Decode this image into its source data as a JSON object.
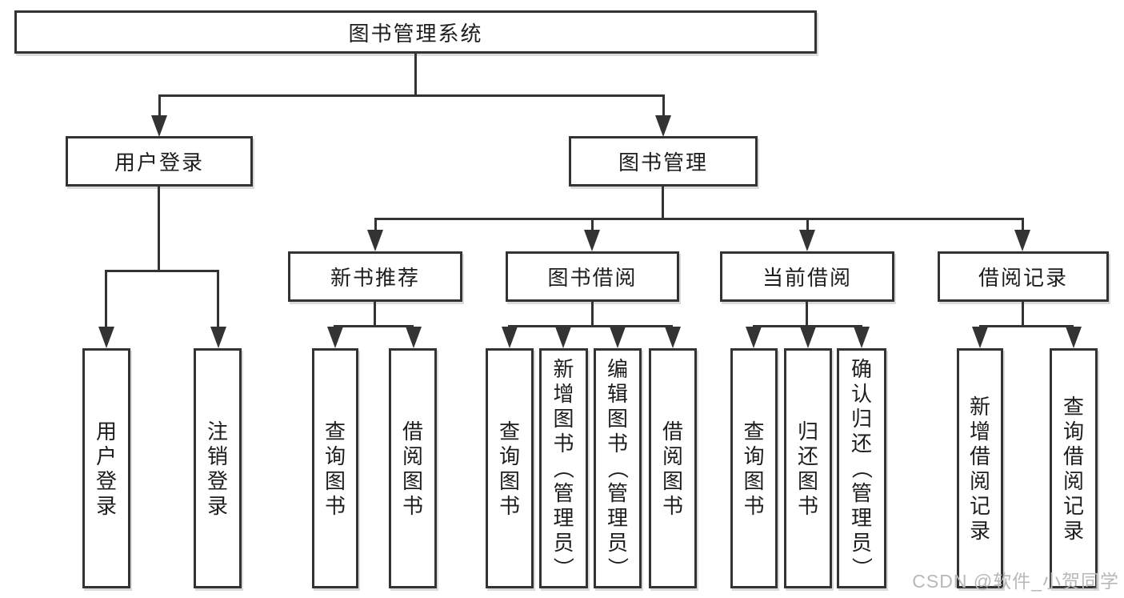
{
  "diagram": {
    "type": "hierarchy-tree",
    "colors": {
      "line": "#333333",
      "box_border": "#333333",
      "box_fill": "#ffffff",
      "text": "#1d1d1d",
      "watermark": "#b8b8b8"
    },
    "tree": {
      "label": "图书管理系统",
      "children": [
        {
          "label": "用户登录",
          "children": [
            {
              "label": "用户登录"
            },
            {
              "label": "注销登录"
            }
          ]
        },
        {
          "label": "图书管理",
          "children": [
            {
              "label": "新书推荐",
              "children": [
                {
                  "label": "查询图书"
                },
                {
                  "label": "借阅图书"
                }
              ]
            },
            {
              "label": "图书借阅",
              "children": [
                {
                  "label": "查询图书"
                },
                {
                  "label": "新增图书（管理员）"
                },
                {
                  "label": "编辑图书（管理员）"
                },
                {
                  "label": "借阅图书"
                }
              ]
            },
            {
              "label": "当前借阅",
              "children": [
                {
                  "label": "查询图书"
                },
                {
                  "label": "归还图书"
                },
                {
                  "label": "确认归还（管理员）"
                }
              ]
            },
            {
              "label": "借阅记录",
              "children": [
                {
                  "label": "新增借阅记录"
                },
                {
                  "label": "查询借阅记录"
                }
              ]
            }
          ]
        }
      ]
    },
    "watermark": "CSDN @软件_小贺同学"
  }
}
